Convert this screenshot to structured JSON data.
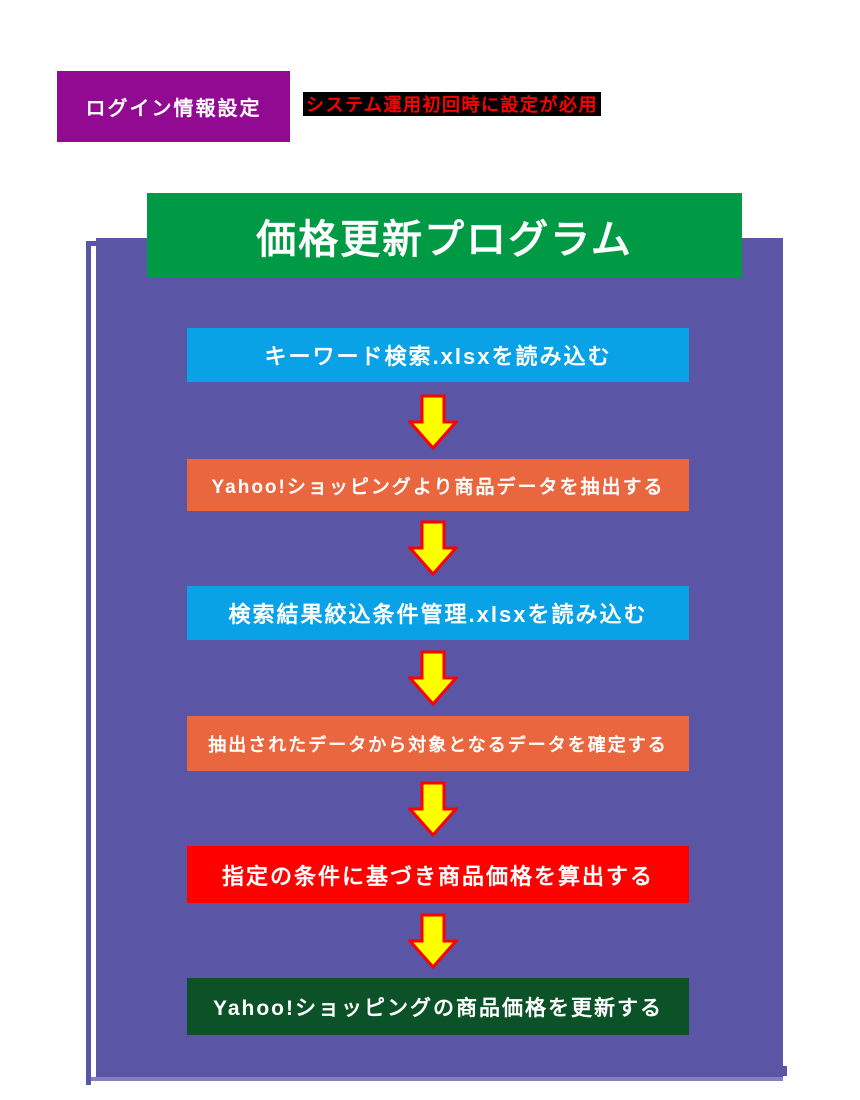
{
  "login": {
    "button_label": "ログイン情報設定",
    "button_bg": "#930A92",
    "note_text": "システム運用初回時に設定が必用",
    "note_fg": "#FF0000",
    "note_bg": "#000000"
  },
  "program": {
    "title": "価格更新プログラム",
    "title_bg": "#009A44",
    "title_fg": "#FFFFFF",
    "panel_bg": "#5B55A5",
    "panel_edge_color": "#5B55A5",
    "steps": [
      {
        "label": "キーワード検索.xlsxを読み込む",
        "bg": "#09A2E6"
      },
      {
        "label": "Yahoo!ショッピングより商品データを抽出する",
        "bg": "#EA663E"
      },
      {
        "label": "検索結果絞込条件管理.xlsxを読み込む",
        "bg": "#09A2E6"
      },
      {
        "label": "抽出されたデータから対象となるデータを確定する",
        "bg": "#EA663E"
      },
      {
        "label": "指定の条件に基づき商品価格を算出する",
        "bg": "#FF0000"
      },
      {
        "label": "Yahoo!ショッピングの商品価格を更新する",
        "bg": "#0B5229"
      }
    ],
    "arrow": {
      "fill": "#FFFF00",
      "stroke": "#FF0000"
    }
  }
}
